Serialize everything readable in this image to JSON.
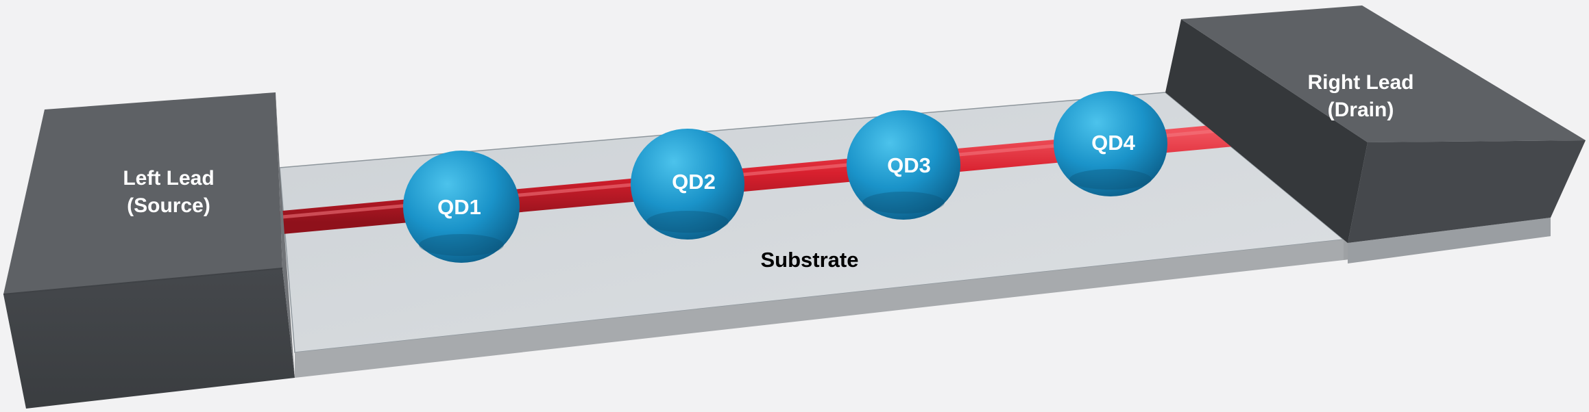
{
  "diagram": {
    "left_lead": {
      "line1": "Left Lead",
      "line2": "(Source)"
    },
    "right_lead": {
      "line1": "Right Lead",
      "line2": "(Drain)"
    },
    "substrate": {
      "label": "Substrate"
    },
    "quantum_dots": [
      {
        "label": "QD1"
      },
      {
        "label": "QD2"
      },
      {
        "label": "QD3"
      },
      {
        "label": "QD4"
      }
    ],
    "colors": {
      "background": "#f2f2f3",
      "lead_face": "#5e6165",
      "lead_dark": "#45484c",
      "lead_darkest": "#35383b",
      "substrate_top": "#d6dadd",
      "substrate_side": "#a7aaad",
      "wire": "#d8202e",
      "dot": "#1a93c9",
      "dot_text": "#ffffff",
      "lead_text": "#ffffff",
      "substrate_text": "#000000"
    }
  }
}
